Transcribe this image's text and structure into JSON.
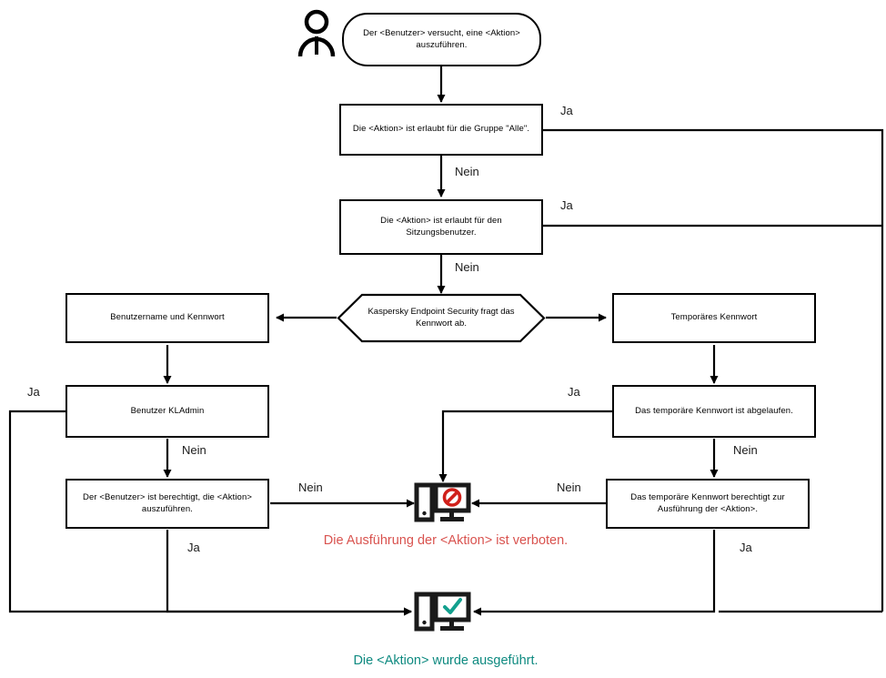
{
  "diagram": {
    "title": "Kaspersky Endpoint Security Kennwortschutz Ablaufdiagramm",
    "language": "de",
    "colors": {
      "line": "#000000",
      "node_border": "#000000",
      "node_fill": "#ffffff",
      "deny_text": "#d9534f",
      "deny_icon": "#d0201a",
      "allow_text": "#0e8a80",
      "allow_icon": "#13a08e",
      "label_text": "#1a1a1a"
    },
    "nodes": {
      "actor": {
        "icon": "person-icon"
      },
      "start": {
        "text": "Der <Benutzer> versucht, eine <Aktion> auszuführen.",
        "shape": "rounded"
      },
      "group_all": {
        "text": "Die <Aktion> ist erlaubt für die Gruppe \"Alle\".",
        "shape": "rect"
      },
      "session_user": {
        "text": "Die <Aktion> ist erlaubt für den Sitzungsbenutzer.",
        "shape": "rect"
      },
      "ask_password": {
        "text": "Kaspersky Endpoint Security fragt das Kennwort ab.",
        "shape": "hexagon"
      },
      "user_password": {
        "text": "Benutzername und Kennwort",
        "shape": "rect"
      },
      "temp_password": {
        "text": "Temporäres Kennwort",
        "shape": "rect"
      },
      "kladmin": {
        "text": "Benutzer KLAdmin",
        "shape": "rect"
      },
      "temp_expired": {
        "text": "Das temporäre Kennwort ist abgelaufen.",
        "shape": "rect"
      },
      "user_permitted": {
        "text": "Der <Benutzer> ist berechtigt, die <Aktion> auszuführen.",
        "shape": "rect"
      },
      "temp_permits": {
        "text": "Das temporäre Kennwort berechtigt zur Ausführung der <Aktion>.",
        "shape": "rect"
      },
      "denied": {
        "icon": "computer-denied-icon"
      },
      "allowed": {
        "icon": "computer-allowed-icon"
      }
    },
    "captions": {
      "denied": "Die Ausführung der <Aktion> ist verboten.",
      "allowed": "Die <Aktion> wurde ausgeführt."
    },
    "edge_labels": {
      "group_all_yes": "Ja",
      "group_all_no": "Nein",
      "session_user_yes": "Ja",
      "session_user_no": "Nein",
      "kladmin_yes": "Ja",
      "kladmin_no": "Nein",
      "user_permitted_no": "Nein",
      "user_permitted_yes": "Ja",
      "temp_expired_yes": "Ja",
      "temp_expired_no": "Nein",
      "temp_permits_no": "Nein",
      "temp_permits_yes": "Ja"
    }
  }
}
